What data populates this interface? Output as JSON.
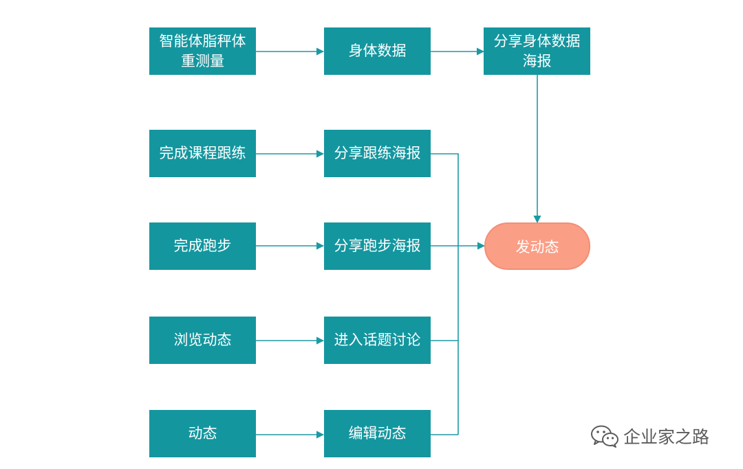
{
  "colors": {
    "box_fill": "#14969f",
    "terminal_fill": "#fb9e86",
    "connector": "#1b9aa4"
  },
  "nodes": {
    "smart_scale": "智能体脂秤体重测量",
    "body_data": "身体数据",
    "share_body_poster": "分享身体数据海报",
    "finish_course": "完成课程跟练",
    "share_training_poster": "分享跟练海报",
    "finish_run": "完成跑步",
    "share_run_poster": "分享跑步海报",
    "browse_feed": "浏览动态",
    "enter_topic": "进入话题讨论",
    "feed": "动态",
    "edit_post": "编辑动态",
    "post_update": "发动态"
  },
  "watermark": {
    "icon": "wechat-icon",
    "text": "企业家之路"
  }
}
